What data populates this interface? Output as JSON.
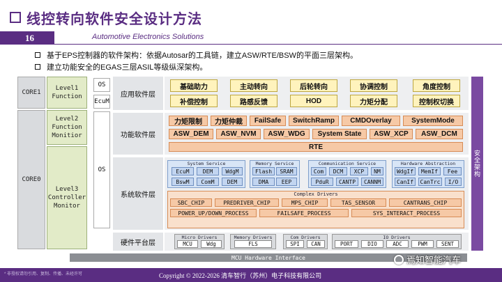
{
  "header": {
    "title": "线控转向软件安全设计方法",
    "slide_number": "16",
    "brand": "Automotive Electronics Solutions"
  },
  "bullets": [
    "基于EPS控制器的软件架构：依据Autosar的工具链，建立ASW/RTE/BSW的平面三层架构。",
    "建立功能安全的EGAS三层ASIL等级纵深架构。"
  ],
  "cores": {
    "core1": "CORE1",
    "core0": "CORE0"
  },
  "levels": {
    "l1": "Level1 Function",
    "l2": "Level2 Function Monitior",
    "l3": "Level3 Controller Monitor"
  },
  "os_labels": {
    "os_top": "OS",
    "ecum": "EcuM",
    "os_mid": "OS"
  },
  "layers": {
    "app": "应用软件层",
    "func": "功能软件层",
    "sys": "系统软件层",
    "hw": "硬件平台层"
  },
  "app_rows": [
    [
      "基础助力",
      "主动转向",
      "后轮转向",
      "协调控制",
      "角度控制"
    ],
    [
      "补偿控制",
      "路感反馈",
      "HOD",
      "力矩分配",
      "控制权切换"
    ]
  ],
  "func_rows": [
    [
      "力矩限制",
      "力矩仲裁",
      "FailSafe",
      "SwitchRamp",
      "CMDOverlay",
      "SystemMode"
    ],
    [
      "ASW_DEM",
      "ASW_NVM",
      "ASW_WDG",
      "System State",
      "ASW_XCP",
      "ASW_DCM"
    ]
  ],
  "rte": "RTE",
  "sys": {
    "system_service": {
      "title": "System Service",
      "cells": [
        "EcuM",
        "DEM",
        "WdgM",
        "BswM",
        "ComM",
        "DEM"
      ]
    },
    "memory_service": {
      "title": "Memory Service",
      "cells": [
        "Flash",
        "SRAM",
        "DMA",
        "EEP"
      ]
    },
    "communication_service": {
      "title": "Communication Service",
      "cells": [
        "Com",
        "DCM",
        "XCP",
        "NM",
        "PduR",
        "CANTP",
        "CANNM"
      ]
    },
    "hardware_abstraction": {
      "title": "Hardware Abstraction",
      "cells": [
        "WdgIf",
        "MemIf",
        "Fee",
        "CanIf",
        "CanTrc",
        "I/O"
      ]
    },
    "complex_drivers": {
      "title": "Complex Drivers",
      "row1": [
        "SBC_CHIP",
        "PREDRIVER_CHIP",
        "MPS_CHIP",
        "TAS_SENSOR",
        "CANTRANS_CHIP"
      ],
      "row2": [
        "POWER_UP/DOWN_PROCESS",
        "FAILSAFE_PROCESS",
        "SYS_INTERACT_PROCESS"
      ]
    }
  },
  "hw": {
    "micro": {
      "title": "Micro Drivers",
      "cells": [
        "MCU",
        "Wdg"
      ]
    },
    "memory": {
      "title": "Memory Drivers",
      "cells": [
        "FLS"
      ]
    },
    "com": {
      "title": "Com Drivers",
      "cells": [
        "SPI",
        "CAN"
      ]
    },
    "io": {
      "title": "IO Drivers",
      "cells": [
        "PORT",
        "DIO",
        "ADC",
        "PWM",
        "SENT"
      ]
    }
  },
  "safety_label": "安全架构",
  "mcu_label": "MCU Hardware Interface",
  "footer": {
    "left_note": "* 非授权请勿引用、复制、传播、未经许可",
    "copyright": "Copyright © 2022-2026 清车智行（苏州）电子科技有限公司",
    "watermark": "焉知智能汽车"
  },
  "colors": {
    "brand_purple": "#5a2d82",
    "safety_purple": "#7a4aa1",
    "app_yellow": "#fff3bd",
    "func_orange": "#f6c9a6",
    "sys_blue": "#c2d5f0"
  }
}
